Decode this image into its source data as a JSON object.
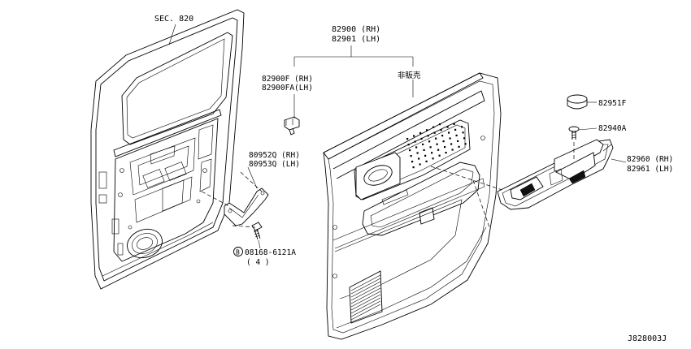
{
  "labels": {
    "sec": "SEC. 820",
    "assy_rh": "82900 (RH)",
    "assy_lh": "82901 (LH)",
    "clip_rh": "82900F  (RH)",
    "clip_lh": "82900FA(LH)",
    "not_sold": "非販売",
    "bracket_rh": "80952Q (RH)",
    "bracket_lh": "80953Q (LH)",
    "bolt_code": "B",
    "bolt_part": "08168-6121A",
    "bolt_qty": "( 4 )",
    "cap": "82951F",
    "screw": "82940A",
    "pull_rh": "82960 (RH)",
    "pull_lh": "82961 (LH)",
    "diagram_id": "J828003J"
  }
}
